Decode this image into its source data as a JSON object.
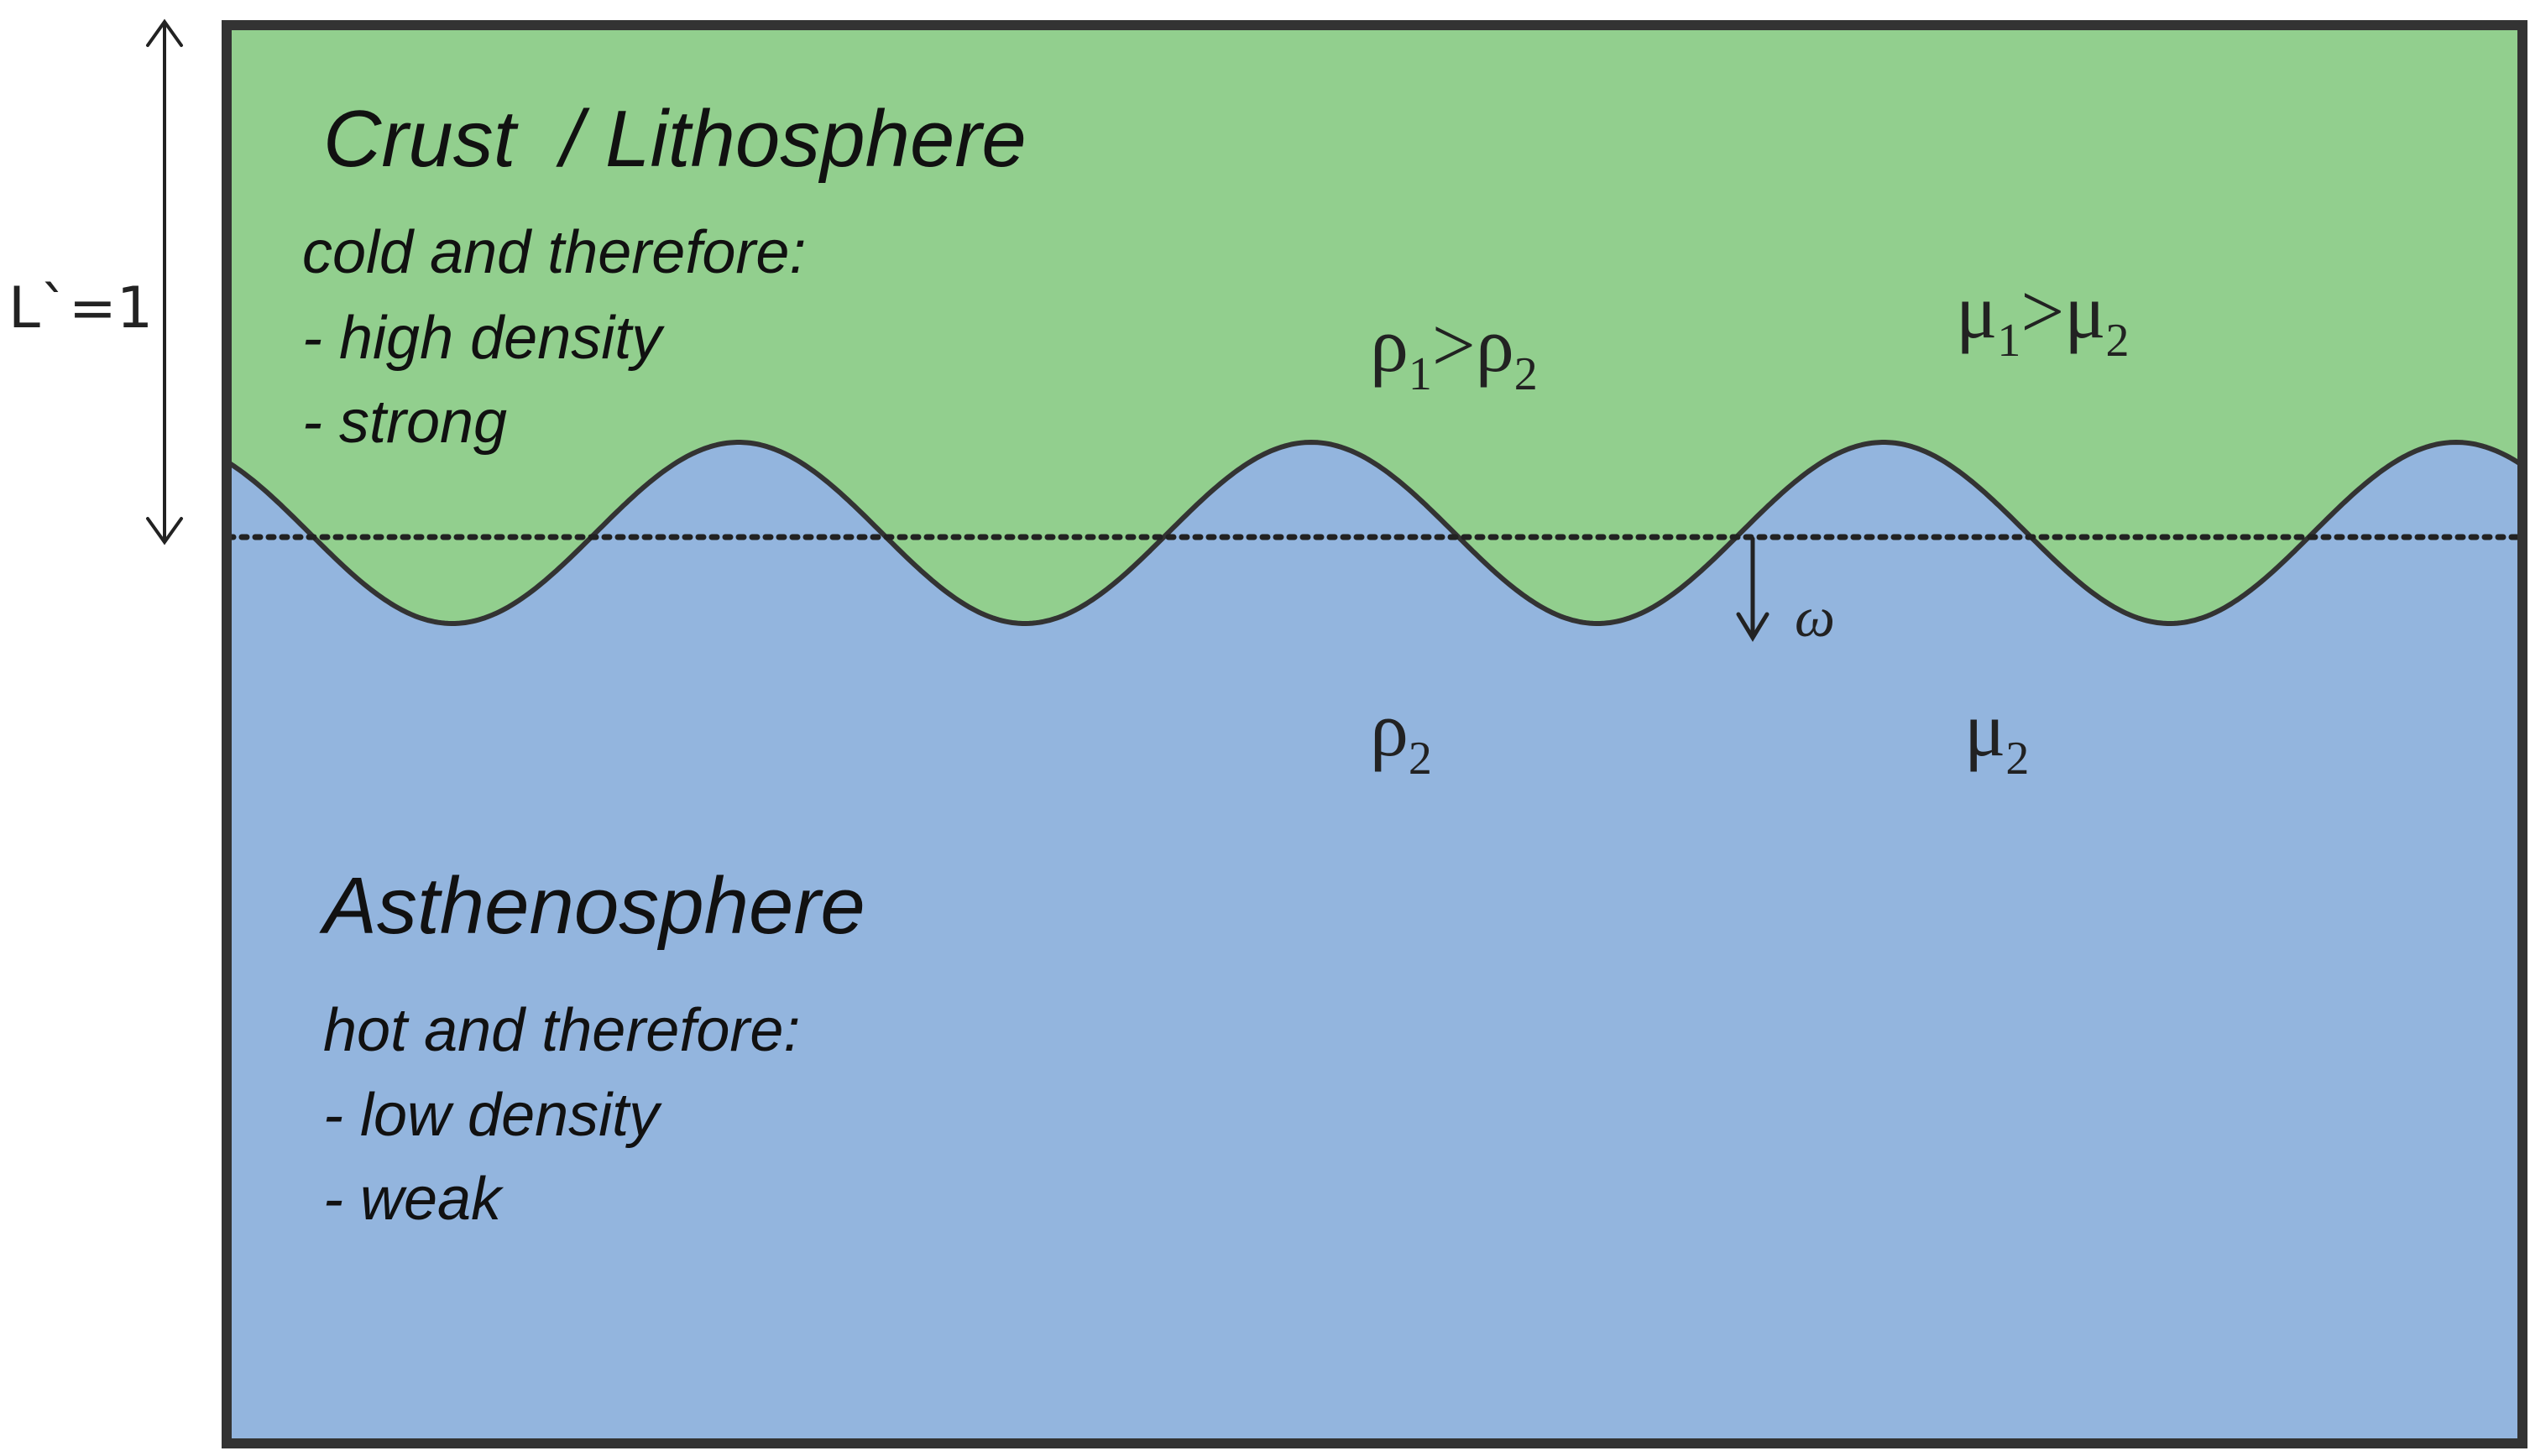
{
  "colors": {
    "lithosphere": "#92cf8e",
    "asthenosphere": "#93b5de",
    "outline": "#333333"
  },
  "left_annotation": {
    "label": "L`=1"
  },
  "upper_layer": {
    "title": "Crust  / Lithosphere",
    "condition": "cold and therefore:",
    "property_1": "- high density",
    "property_2": "- strong",
    "density_relation": {
      "main_1": "ρ",
      "sub_1": "1",
      "op": ">",
      "main_2": "ρ",
      "sub_2": "2"
    },
    "viscosity_relation": {
      "main_1": "μ",
      "sub_1": "1",
      "op": ">",
      "main_2": "μ",
      "sub_2": "2"
    }
  },
  "lower_layer": {
    "title": "Asthenosphere",
    "condition": "hot and therefore:",
    "property_1": "- low density",
    "property_2": "- weak",
    "density": {
      "main": "ρ",
      "sub": "2"
    },
    "viscosity": {
      "main": "μ",
      "sub": "2"
    }
  },
  "interface": {
    "deflection_label": "ω"
  }
}
